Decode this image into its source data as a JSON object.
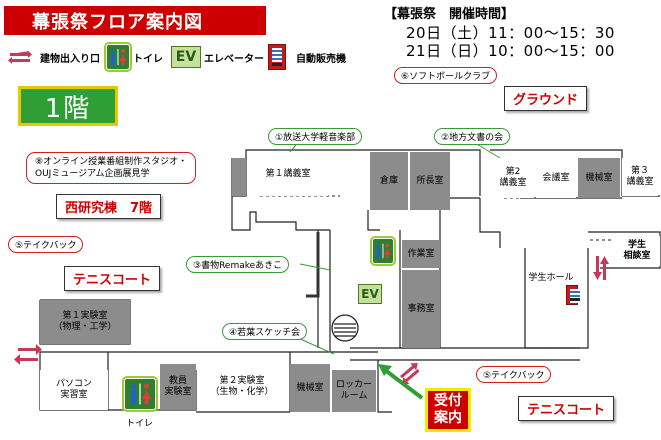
{
  "title": "幕張祭フロア案内図",
  "hours": {
    "heading": "【幕張祭　開催時間】",
    "day1": "20日（土）11：00〜15：30",
    "day2": "21日（日）10：00〜15：00"
  },
  "legend": {
    "entrance": "建物出入り口",
    "toilet": "トイレ",
    "ev_symbol": "EV",
    "elevator": "エレベーター",
    "vending": "自動販売機"
  },
  "floor": "1階",
  "callouts": {
    "c1": "①放送大学軽音楽部",
    "c2": "②地方文書の会",
    "c3": "③書物Remakeあきこ",
    "c4": "④若葉スケッチ会",
    "c5a": "⑤テイクバック",
    "c5b": "⑤テイクバック",
    "c6": "⑥ソフトボールクラブ",
    "c8_line1": "⑧オンライン授業番組制作スタジオ・",
    "c8_line2": "OUJミュージアム企画展見学"
  },
  "tags": {
    "ground": "グラウンド",
    "west": "西研究棟　7階",
    "tennis1": "テニスコート",
    "tennis2": "テニスコート"
  },
  "rooms": {
    "lecture1": "第１講義室",
    "storage": "倉庫",
    "director": "所長室",
    "lecture2_a": "第2",
    "lecture2_b": "講義室",
    "meeting": "会議室",
    "machine1": "機械室",
    "lecture3_a": "第３",
    "lecture3_b": "講義室",
    "student_a": "学生",
    "student_b": "相談室",
    "work": "作業室",
    "office": "事務室",
    "student_hall": "学生ホール",
    "lab1_a": "第１実験室",
    "lab1_b": "（物理・工学）",
    "pc_a": "パソコン",
    "pc_b": "実習室",
    "edu_a": "教員",
    "edu_b": "実験室",
    "lab2_a": "第２実験室",
    "lab2_b": "（生物・化学）",
    "machine2": "機械室",
    "locker_a": "ロッカー",
    "locker_b": "ルーム",
    "toilet_label": "トイレ"
  },
  "reception": {
    "l1": "受付",
    "l2": "案内"
  },
  "colors": {
    "title_bg": "#cc0000",
    "floor_bg": "#2e9e35",
    "room_gray": "#8c8c8c",
    "accent_red": "#d00000",
    "arrow_green": "#2e9e35"
  },
  "icons": [
    "entrance-arrows-icon",
    "toilet-icon",
    "elevator-icon",
    "vending-machine-icon",
    "stairs-icon"
  ]
}
